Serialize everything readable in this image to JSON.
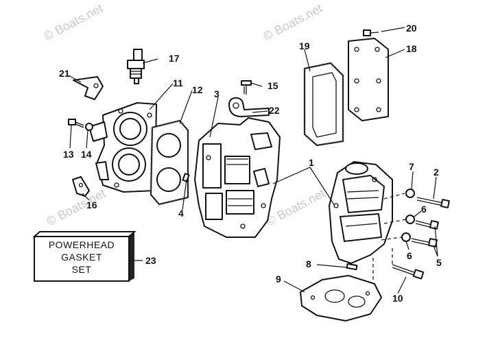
{
  "watermark": {
    "text": "© Boats.net"
  },
  "callouts": {
    "c1": "1",
    "c2": "2",
    "c3": "3",
    "c4": "4",
    "c5": "5",
    "c6a": "6",
    "c6b": "6",
    "c7": "7",
    "c8": "8",
    "c9": "9",
    "c10": "10",
    "c11": "11",
    "c12": "12",
    "c13": "13",
    "c14": "14",
    "c15": "15",
    "c16": "16",
    "c17": "17",
    "c18": "18",
    "c19": "19",
    "c20": "20",
    "c21": "21",
    "c22": "22",
    "c23": "23"
  },
  "gasket_set": {
    "line1": "POWERHEAD",
    "line2": "GASKET",
    "line3": "SET"
  }
}
